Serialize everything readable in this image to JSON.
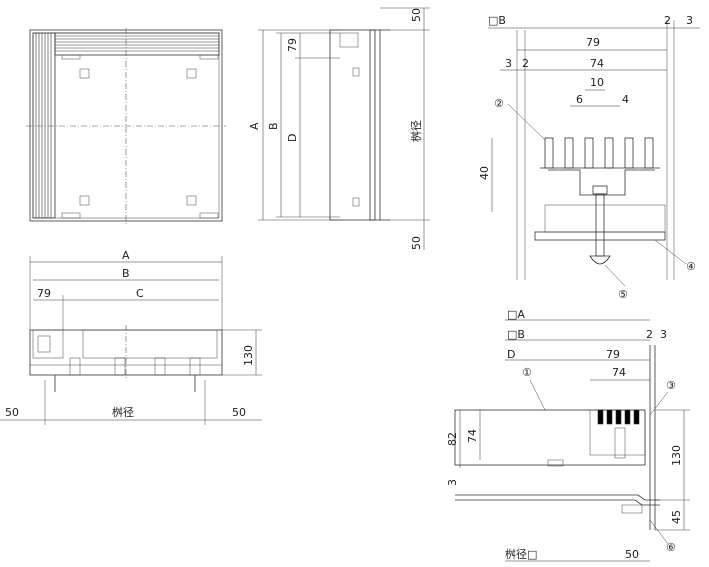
{
  "labels": {
    "A": "A",
    "B": "B",
    "C": "C",
    "D": "D",
    "sq_A": "□A",
    "sq_B": "□B",
    "masu": "桝径",
    "masu_sq": "桝径□"
  },
  "dimensions": {
    "d79": "79",
    "d74": "74",
    "d50": "50",
    "d130": "130",
    "d2": "2",
    "d3": "3",
    "d10": "10",
    "d6": "6",
    "d4": "4",
    "d40": "40",
    "d82": "82",
    "d45": "45"
  },
  "callouts": {
    "c1": "①",
    "c2": "②",
    "c3": "③",
    "c4": "④",
    "c5": "⑤",
    "c6": "⑥"
  }
}
